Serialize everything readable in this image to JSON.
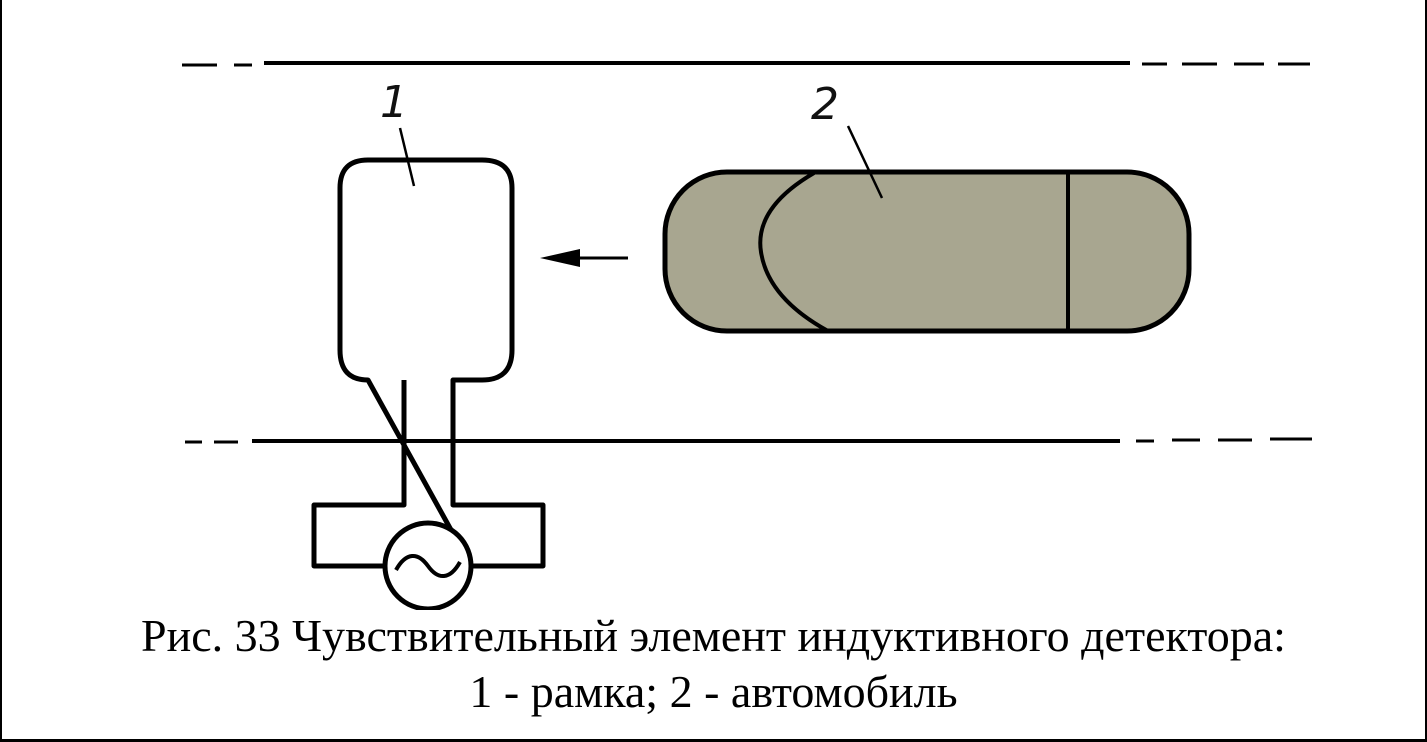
{
  "labels": {
    "frame_number": "1",
    "car_number": "2"
  },
  "caption": {
    "line1": "Рис. 33 Чувствительный элемент индуктивного детектора:",
    "line2": "1 - рамка; 2 - автомобиль"
  },
  "colors": {
    "car_fill": "#a8a690",
    "line": "#000000"
  },
  "icons": {
    "generator": "alternating-current-source-icon",
    "direction": "left-arrow-icon"
  }
}
